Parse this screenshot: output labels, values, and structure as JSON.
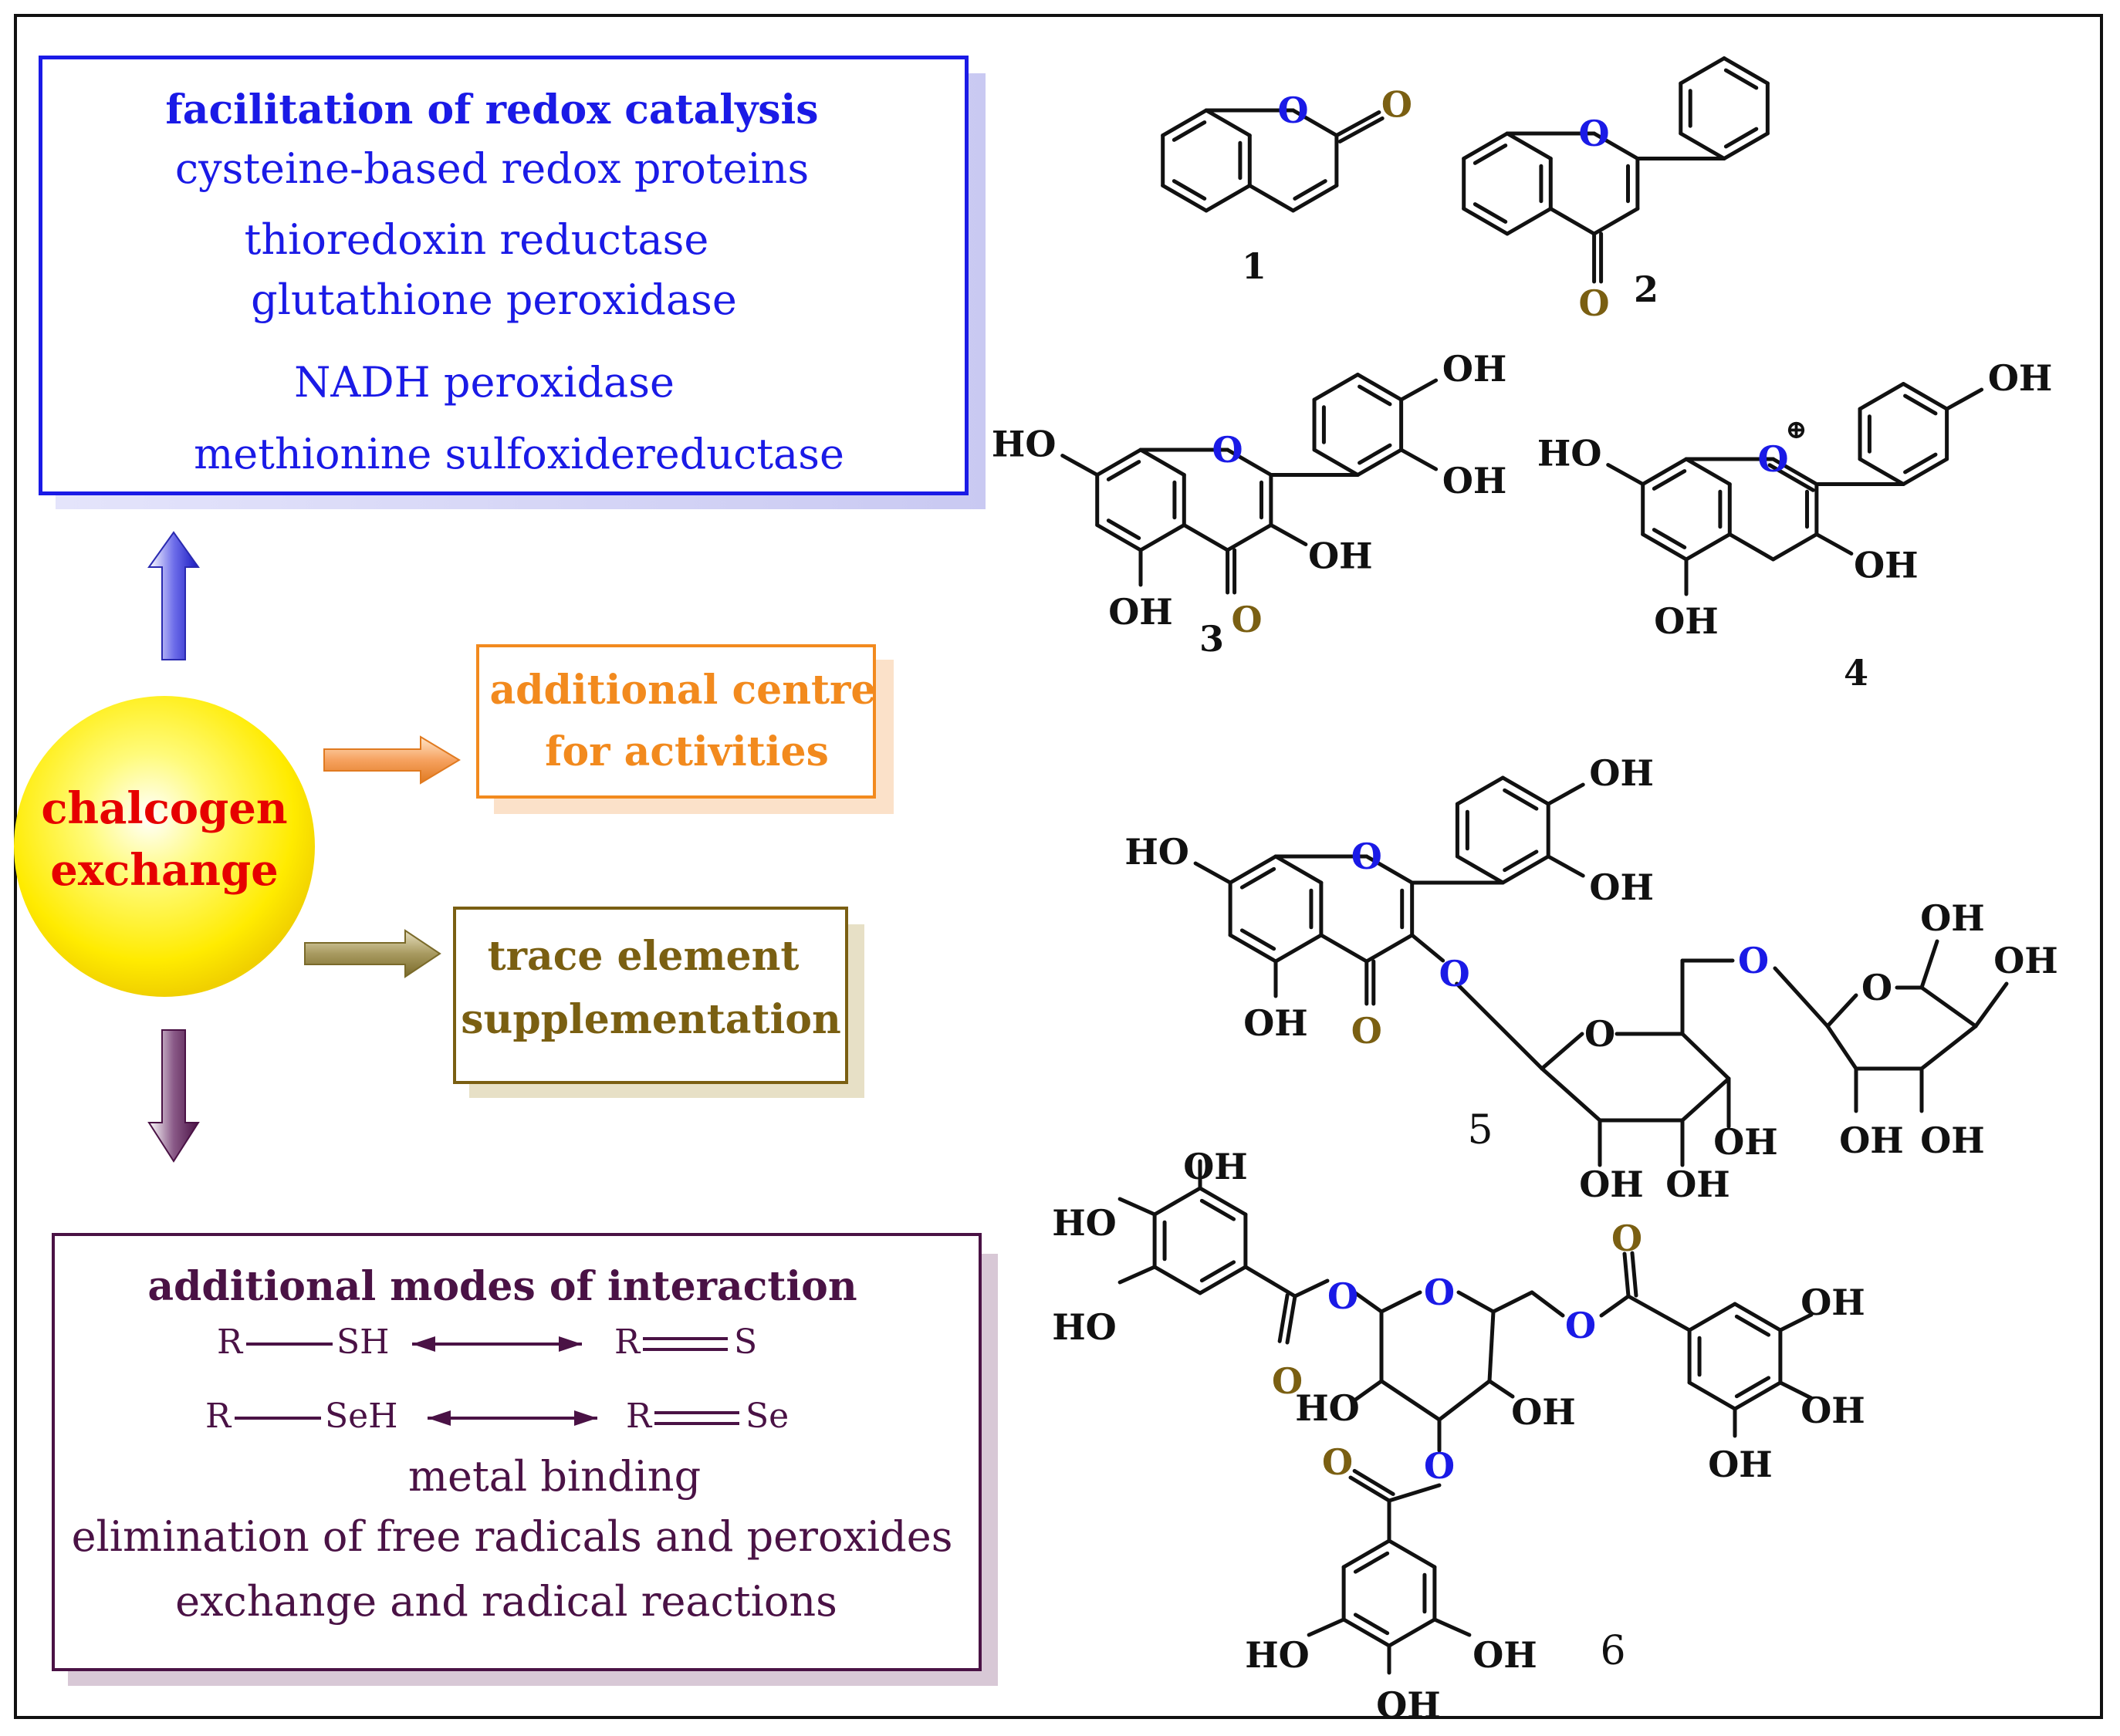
{
  "left_panel": {
    "redox_box": {
      "heading": "facilitation of redox catalysis",
      "items": [
        "cysteine-based redox proteins",
        "thioredoxin reductase",
        "glutathione peroxidase",
        "NADH peroxidase",
        "methionine sulfoxidereductase"
      ]
    },
    "center_ball": {
      "line1": "chalcogen",
      "line2": "exchange"
    },
    "activities_box": {
      "line1": "additional centre",
      "line2": "for activities"
    },
    "trace_box": {
      "line1": "trace element",
      "line2": "supplementation"
    },
    "modes_box": {
      "heading": "additional modes of interaction",
      "eq1_left": "R",
      "eq1_left_group": "SH",
      "eq1_right": "R",
      "eq1_right_group": "S",
      "eq2_left": "R",
      "eq2_left_group": "SeH",
      "eq2_right": "R",
      "eq2_right_group": "Se",
      "items": [
        "metal binding",
        "elimination of free radicals and peroxides",
        "exchange and radical reactions"
      ]
    }
  },
  "structures": {
    "s1": {
      "label": "1",
      "atoms": {
        "o_ring": "O",
        "o_keto": "O"
      }
    },
    "s2": {
      "label": "2",
      "atoms": {
        "o_ring": "O",
        "o_keto": "O"
      }
    },
    "s3": {
      "label": "3",
      "atoms": {
        "o_ring": "O",
        "o_keto": "O",
        "oh7": "HO",
        "oh5": "OH",
        "oh3": "OH",
        "oh3p": "OH",
        "oh4p": "OH"
      }
    },
    "s4": {
      "label": "4",
      "atoms": {
        "o_ring": "O",
        "charge": "⊕",
        "oh7": "HO",
        "oh5": "OH",
        "oh3": "OH",
        "oh4p": "OH"
      }
    },
    "s5": {
      "label": "5",
      "atoms": {
        "o_ring": "O",
        "o_keto": "O",
        "o_gly": "O",
        "o_link": "O",
        "o_sug1": "O",
        "o_sug2": "O",
        "oh7": "HO",
        "oh5": "OH",
        "oh3p": "OH",
        "oh4p": "OH",
        "oh_a": "OH",
        "oh_b": "OH",
        "oh_c": "OH",
        "oh_d": "OH",
        "oh_e": "OH",
        "oh_f": "OH",
        "oh_g": "OH"
      }
    },
    "s6": {
      "label": "6",
      "atoms": {
        "o_ring": "O",
        "o_est1": "O",
        "o_est2": "O",
        "o_est3": "O",
        "o_c1": "O",
        "o_c2": "O",
        "o_c3": "O",
        "oh_1": "OH",
        "oh_2": "HO",
        "oh_3": "HO",
        "oh_4": "HO",
        "oh_5": "OH",
        "oh_6": "OH",
        "oh_7": "OH",
        "oh_8": "OH",
        "oh_9": "OH",
        "oh_10": "HO",
        "oh_11": "OH"
      }
    }
  },
  "colors": {
    "blue": "#1a1ae6",
    "orange": "#f28a1e",
    "olive": "#7a5f12",
    "purple": "#4a1245",
    "red": "#e60000",
    "black": "#111111"
  }
}
